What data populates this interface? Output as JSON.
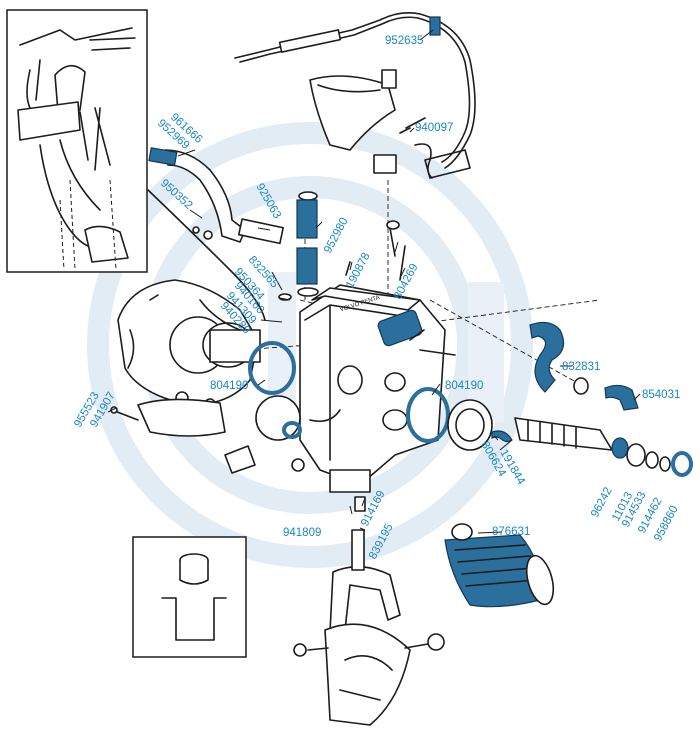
{
  "diagram": {
    "watermark_color": "#dfeaf4",
    "highlight_color": "#2b6f9c",
    "label_color": "#1a86c8",
    "nameplate_text": "VOLVO PENTA",
    "part_labels": [
      {
        "id": "952635",
        "text": "952635"
      },
      {
        "id": "940097",
        "text": "940097"
      },
      {
        "id": "961666",
        "text": "961666"
      },
      {
        "id": "952969",
        "text": "952969"
      },
      {
        "id": "950352",
        "text": "950352"
      },
      {
        "id": "925063",
        "text": "925063"
      },
      {
        "id": "952980",
        "text": "952980"
      },
      {
        "id": "832565",
        "text": "832565"
      },
      {
        "id": "950364",
        "text": "950364"
      },
      {
        "id": "190878",
        "text": "190878"
      },
      {
        "id": "804269",
        "text": "804269"
      },
      {
        "id": "940160",
        "text": "940160"
      },
      {
        "id": "941309",
        "text": "941309"
      },
      {
        "id": "940289",
        "text": "940289"
      },
      {
        "id": "804190a",
        "text": "804190"
      },
      {
        "id": "804190b",
        "text": "804190"
      },
      {
        "id": "832831",
        "text": "832831"
      },
      {
        "id": "854031",
        "text": "854031"
      },
      {
        "id": "955523",
        "text": "955523"
      },
      {
        "id": "941907",
        "text": "941907"
      },
      {
        "id": "806624",
        "text": "806624"
      },
      {
        "id": "191844",
        "text": "191844"
      },
      {
        "id": "876631",
        "text": "876631"
      },
      {
        "id": "96242",
        "text": "96242"
      },
      {
        "id": "11013",
        "text": "11013"
      },
      {
        "id": "914533",
        "text": "914533"
      },
      {
        "id": "914462",
        "text": "914462"
      },
      {
        "id": "958860",
        "text": "958860"
      },
      {
        "id": "941809",
        "text": "941809"
      },
      {
        "id": "914169",
        "text": "914169"
      },
      {
        "id": "839195",
        "text": "839195"
      }
    ]
  }
}
